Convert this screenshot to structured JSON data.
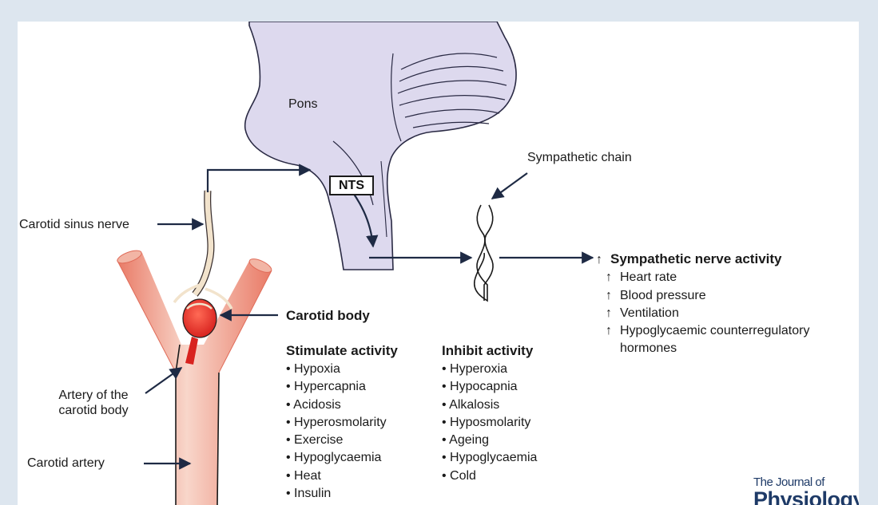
{
  "labels": {
    "pons": "Pons",
    "nts": "NTS",
    "sympathetic_chain": "Sympathetic chain",
    "carotid_sinus_nerve": "Carotid sinus nerve",
    "carotid_body": "Carotid body",
    "artery_of_carotid_body_line1": "Artery of the",
    "artery_of_carotid_body_line2": "carotid body",
    "carotid_artery": "Carotid artery"
  },
  "stimulate": {
    "heading": "Stimulate activity",
    "items": [
      "Hypoxia",
      "Hypercapnia",
      "Acidosis",
      "Hyperosmolarity",
      "Exercise",
      "Hypoglycaemia",
      "Heat",
      "Insulin"
    ]
  },
  "inhibit": {
    "heading": "Inhibit activity",
    "items": [
      "Hyperoxia",
      "Hypocapnia",
      "Alkalosis",
      "Hyposmolarity",
      "Ageing",
      "Hypoglycaemia",
      "Cold"
    ]
  },
  "effects": {
    "arrow_symbol": "↑",
    "headline": "Sympathetic nerve activity",
    "items": [
      "Heart rate",
      "Blood pressure",
      "Ventilation",
      "Hypoglycaemic counterregulatory"
    ],
    "continuation": "hormones"
  },
  "logo": {
    "line1": "The Journal of",
    "line2": "Physiology"
  },
  "colors": {
    "background": "#dde6ef",
    "brain_fill": "#ddd9ee",
    "brain_stroke": "#2a2a44",
    "artery_light": "#f7cfc2",
    "artery_dark": "#e97a66",
    "carotid_body_red": "#e8302a",
    "arrow": "#1e2a44",
    "logo": "#1e3a67"
  }
}
